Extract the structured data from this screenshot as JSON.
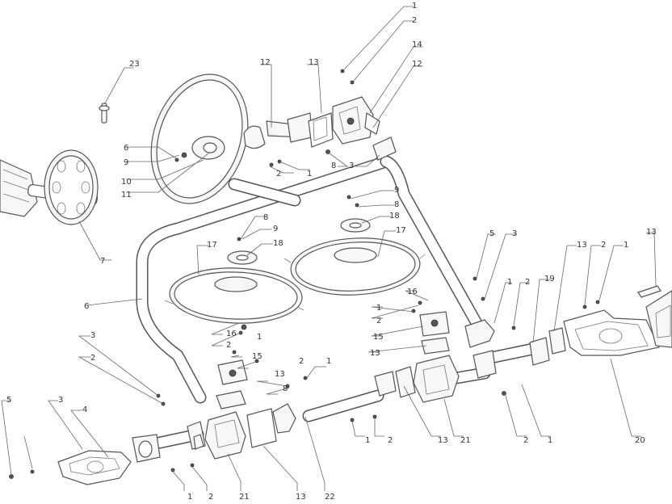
{
  "diagram": {
    "labels": {
      "l23": "23",
      "l1": "1",
      "l2": "2",
      "l3": "3",
      "l4": "4",
      "l5": "5",
      "l6": "6",
      "l7": "7",
      "l8": "8",
      "l9": "9",
      "l10": "10",
      "l11": "11",
      "l12": "12",
      "l13": "13",
      "l14": "14",
      "l15": "15",
      "l16": "16",
      "l17": "17",
      "l18": "18",
      "l19": "19",
      "l20": "20",
      "l21": "21",
      "l22": "22"
    }
  }
}
